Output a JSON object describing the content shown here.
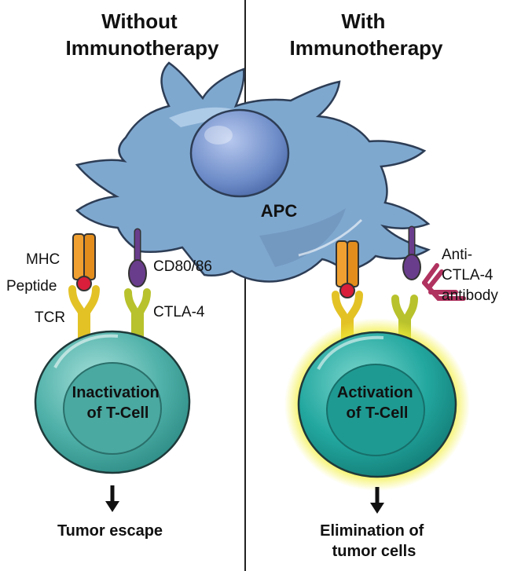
{
  "headers": {
    "left": [
      "Without",
      "Immunotherapy"
    ],
    "right": [
      "With",
      "Immunotherapy"
    ]
  },
  "apc_label": "APC",
  "left_labels": {
    "mhc": "MHC",
    "peptide": "Peptide",
    "tcr": "TCR",
    "cd80_86": "CD80/86",
    "ctla4": "CTLA-4"
  },
  "right_labels": {
    "antibody": [
      "Anti-",
      "CTLA-4",
      "antibody"
    ]
  },
  "tcell_left": [
    "Inactivation",
    "of T-Cell"
  ],
  "tcell_right": [
    "Activation",
    "of T-Cell"
  ],
  "outcome_left": [
    "Tumor escape"
  ],
  "outcome_right": [
    "Elimination of",
    "tumor cells"
  ],
  "colors": {
    "apc_body": "#7fa8cf",
    "apc_nucleus": "#6f8fc8",
    "mhc": "#f0a030",
    "peptide": "#d81e3a",
    "tcr": "#f2d23a",
    "cd80": "#6a3d8c",
    "ctla4": "#c9d43a",
    "antibody": "#b0325f",
    "tcell": "#5ab8b0",
    "glow": "#f2ef3a"
  }
}
